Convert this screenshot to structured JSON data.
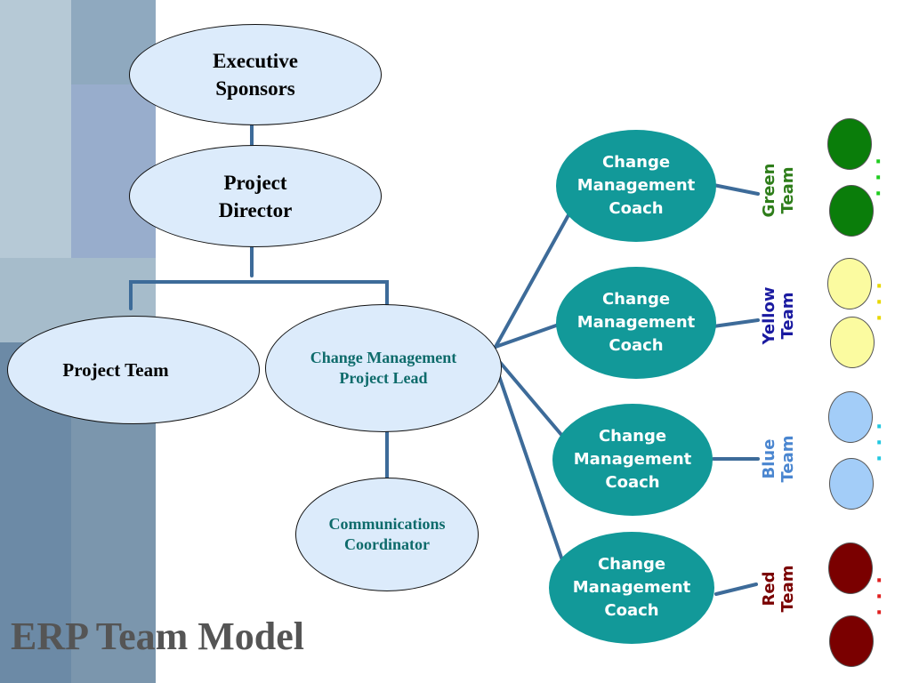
{
  "title": "ERP Team Model",
  "colors": {
    "connector": "#3d6b99",
    "node_fill": "#dcebfb",
    "coach_fill": "#129999",
    "coach_text": "#ffffff",
    "title_text": "#555555"
  },
  "nodes": {
    "executive_sponsors": "Executive\nSponsors",
    "project_director": "Project\nDirector",
    "project_team": "Project Team",
    "change_management_lead": "Change Management\nProject Lead",
    "communications_coordinator": "Communications\nCoordinator"
  },
  "coaches": [
    {
      "label": "Change\nManagement\nCoach"
    },
    {
      "label": "Change\nManagement\nCoach"
    },
    {
      "label": "Change\nManagement\nCoach"
    },
    {
      "label": "Change\nManagement\nCoach"
    }
  ],
  "teams": [
    {
      "label": "Green\nTeam",
      "text_color": "#2e7d1a",
      "member_color": "#0a7d0a",
      "dot_color": "#1fcc1f"
    },
    {
      "label": "Yellow\nTeam",
      "text_color": "#1a1aa0",
      "member_color": "#fbfba0",
      "dot_color": "#e8d800"
    },
    {
      "label": "Blue\nTeam",
      "text_color": "#4a86d0",
      "member_color": "#a3cdf8",
      "dot_color": "#22c8e0"
    },
    {
      "label": "Red\nTeam",
      "text_color": "#7a0000",
      "member_color": "#7a0000",
      "dot_color": "#e02020"
    }
  ]
}
